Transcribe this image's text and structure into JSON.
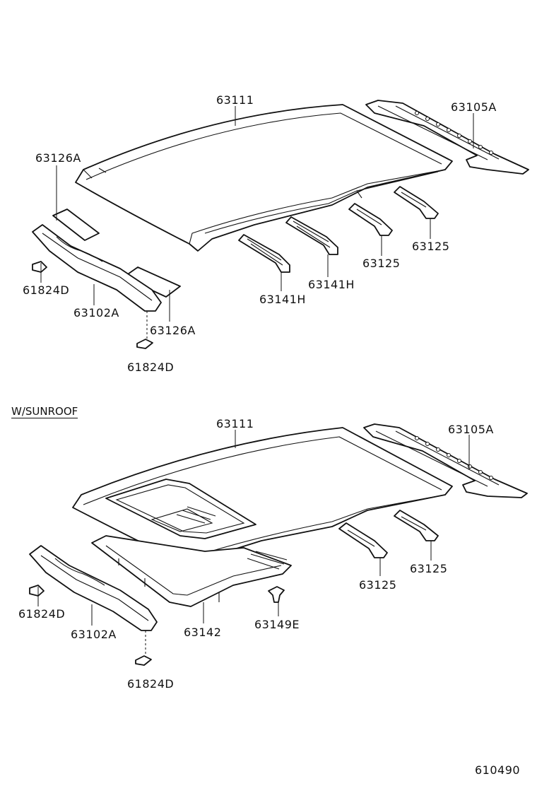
{
  "diagram_id": "610490",
  "sections": [
    {
      "id": "standard",
      "labels": {
        "roof_panel": "63111",
        "rear_header": "63105A",
        "front_pad_left": "63126A",
        "front_clip_left": "61824D",
        "front_header": "63102A",
        "front_pad_right": "63126A",
        "front_clip_bottom": "61824D",
        "bow_1": "63141H",
        "bow_2": "63141H",
        "bow_3": "63125",
        "bow_4": "63125"
      }
    },
    {
      "id": "sunroof",
      "title": "W/SUNROOF",
      "labels": {
        "roof_panel": "63111",
        "rear_header": "63105A",
        "front_clip_left": "61824D",
        "front_header": "63102A",
        "front_clip_bottom": "61824D",
        "sunroof_reinforcement": "63142",
        "clip": "63149E",
        "bow_3": "63125",
        "bow_4": "63125"
      }
    }
  ]
}
